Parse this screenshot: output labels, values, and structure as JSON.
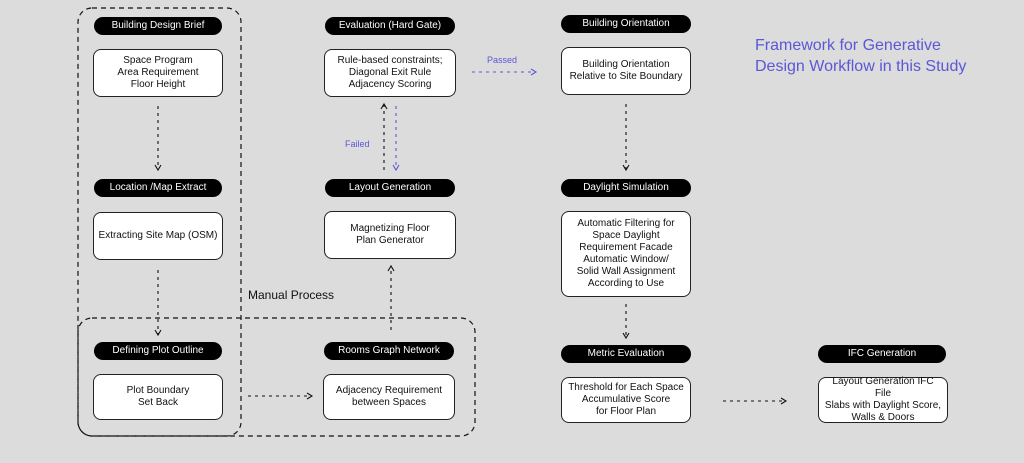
{
  "title": "Framework for Generative\nDesign Workflow in this Study",
  "regions": {
    "manual": "Manual Process"
  },
  "stages": [
    {
      "label": "Building Design Brief",
      "body": "Space Program\nArea Requirement\nFloor Height"
    },
    {
      "label": "Location /Map Extract",
      "body": "Extracting Site Map (OSM)"
    },
    {
      "label": "Defining Plot Outline",
      "body": "Plot Boundary\nSet Back"
    },
    {
      "label": "Rooms Graph Network",
      "body": "Adjacency Requirement\nbetween Spaces"
    },
    {
      "label": "Layout Generation",
      "body": "Magnetizing Floor\nPlan Generator"
    },
    {
      "label": "Evaluation  (Hard Gate)",
      "body": "Rule-based constraints;\nDiagonal Exit Rule\nAdjacency Scoring"
    },
    {
      "label": "Building Orientation",
      "body": "Building Orientation\nRelative to Site Boundary"
    },
    {
      "label": "Daylight Simulation",
      "body": "Automatic Filtering for\nSpace Daylight\nRequirement Facade\nAutomatic Window/\nSolid Wall Assignment\nAccording to Use"
    },
    {
      "label": "Metric Evaluation",
      "body": "Threshold for Each Space\nAccumulative Score\nfor Floor Plan"
    },
    {
      "label": "IFC Generation",
      "body": "Layout Generation IFC File\nSlabs with Daylight Score,\nWalls & Doors"
    }
  ],
  "edge_labels": {
    "passed": "Passed",
    "failed": "Failed"
  },
  "colors": {
    "accent": "#5b57d6",
    "background": "#dcdcdc"
  }
}
